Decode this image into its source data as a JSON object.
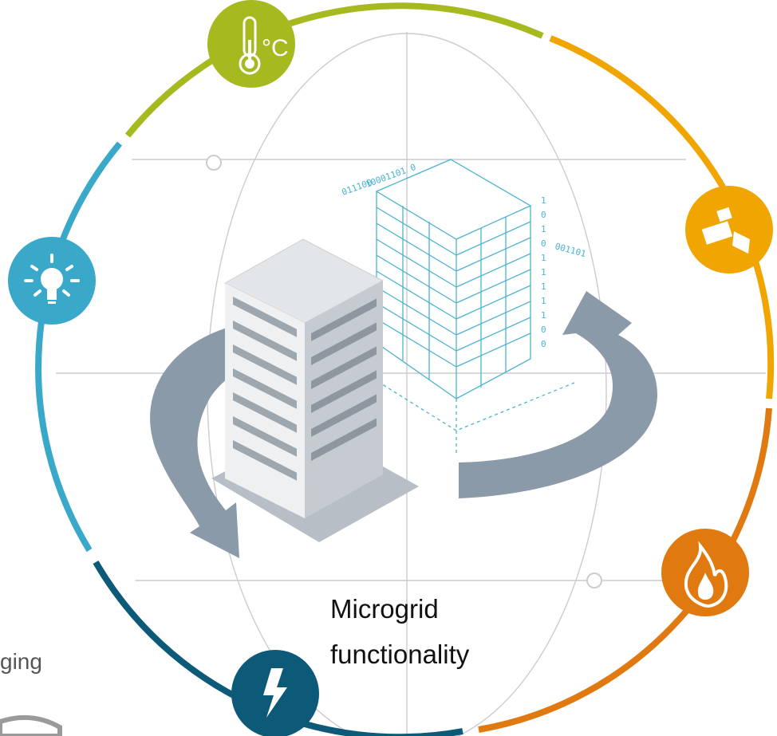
{
  "caption": {
    "line1": "Microgrid",
    "line2": "functionality"
  },
  "partial_text": "ging",
  "binary": {
    "top_a": "011100",
    "top_b": "10001101 0",
    "side": [
      "1",
      "0",
      "1",
      "0",
      "1",
      "1",
      "1",
      "1",
      "1",
      "0",
      "0"
    ],
    "right": "001101"
  },
  "icons": [
    {
      "name": "thermometer-icon",
      "label": "°C",
      "color": "#a6b91f"
    },
    {
      "name": "camera-icon",
      "color": "#f0a500"
    },
    {
      "name": "fire-icon",
      "color": "#e07a10"
    },
    {
      "name": "lightning-icon",
      "color": "#0c5a78"
    },
    {
      "name": "lightbulb-icon",
      "color": "#3aa9c9"
    }
  ],
  "ring_colors": {
    "green": "#a6b91f",
    "yellow": "#f0a500",
    "orange": "#e07a10",
    "navy": "#0c5a78",
    "lightblue": "#3aa9c9"
  }
}
